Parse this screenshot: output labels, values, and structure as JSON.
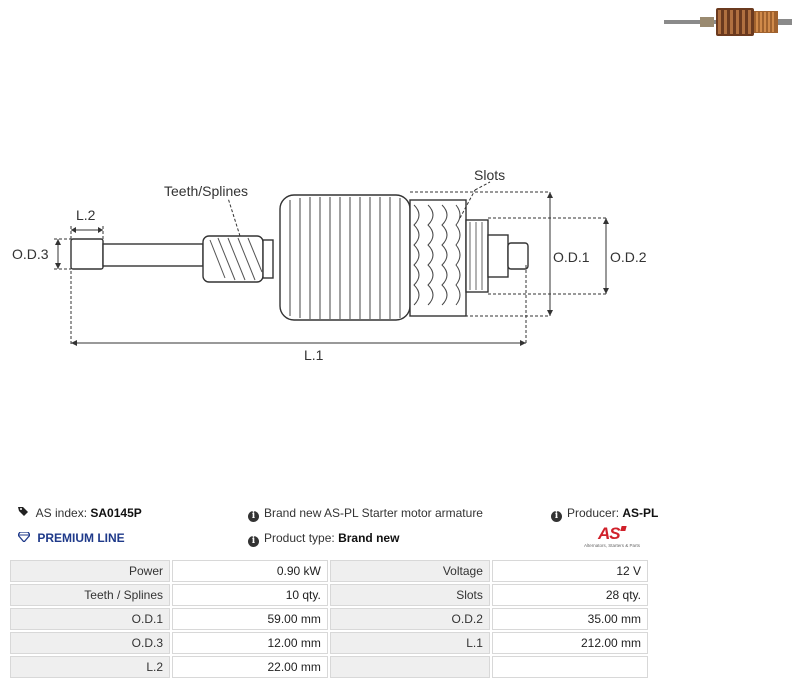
{
  "drawing_labels": {
    "teeth_splines": "Teeth/Splines",
    "slots": "Slots",
    "l2": "L.2",
    "od3": "O.D.3",
    "od1": "O.D.1",
    "od2": "O.D.2",
    "l1": "L.1"
  },
  "info": {
    "as_index_label": "AS index:",
    "as_index_value": "SA0145P",
    "description": "Brand new AS-PL Starter motor armature",
    "producer_label": "Producer:",
    "producer_value": "AS-PL",
    "premium_line": "PREMIUM LINE",
    "product_type_label": "Product type:",
    "product_type_value": "Brand new"
  },
  "logo": {
    "mark": "AS",
    "tagline": "Alternators, Starters & Parts"
  },
  "specs": [
    {
      "l1": "Power",
      "v1": "0.90 kW",
      "l2": "Voltage",
      "v2": "12 V"
    },
    {
      "l1": "Teeth / Splines",
      "v1": "10 qty.",
      "l2": "Slots",
      "v2": "28 qty."
    },
    {
      "l1": "O.D.1",
      "v1": "59.00 mm",
      "l2": "O.D.2",
      "v2": "35.00 mm"
    },
    {
      "l1": "O.D.3",
      "v1": "12.00 mm",
      "l2": "L.1",
      "v2": "212.00 mm"
    },
    {
      "l1": "L.2",
      "v1": "22.00 mm",
      "l2": "",
      "v2": ""
    }
  ],
  "colors": {
    "brand_blue": "#1f3a8a",
    "logo_red": "#d0202a"
  }
}
